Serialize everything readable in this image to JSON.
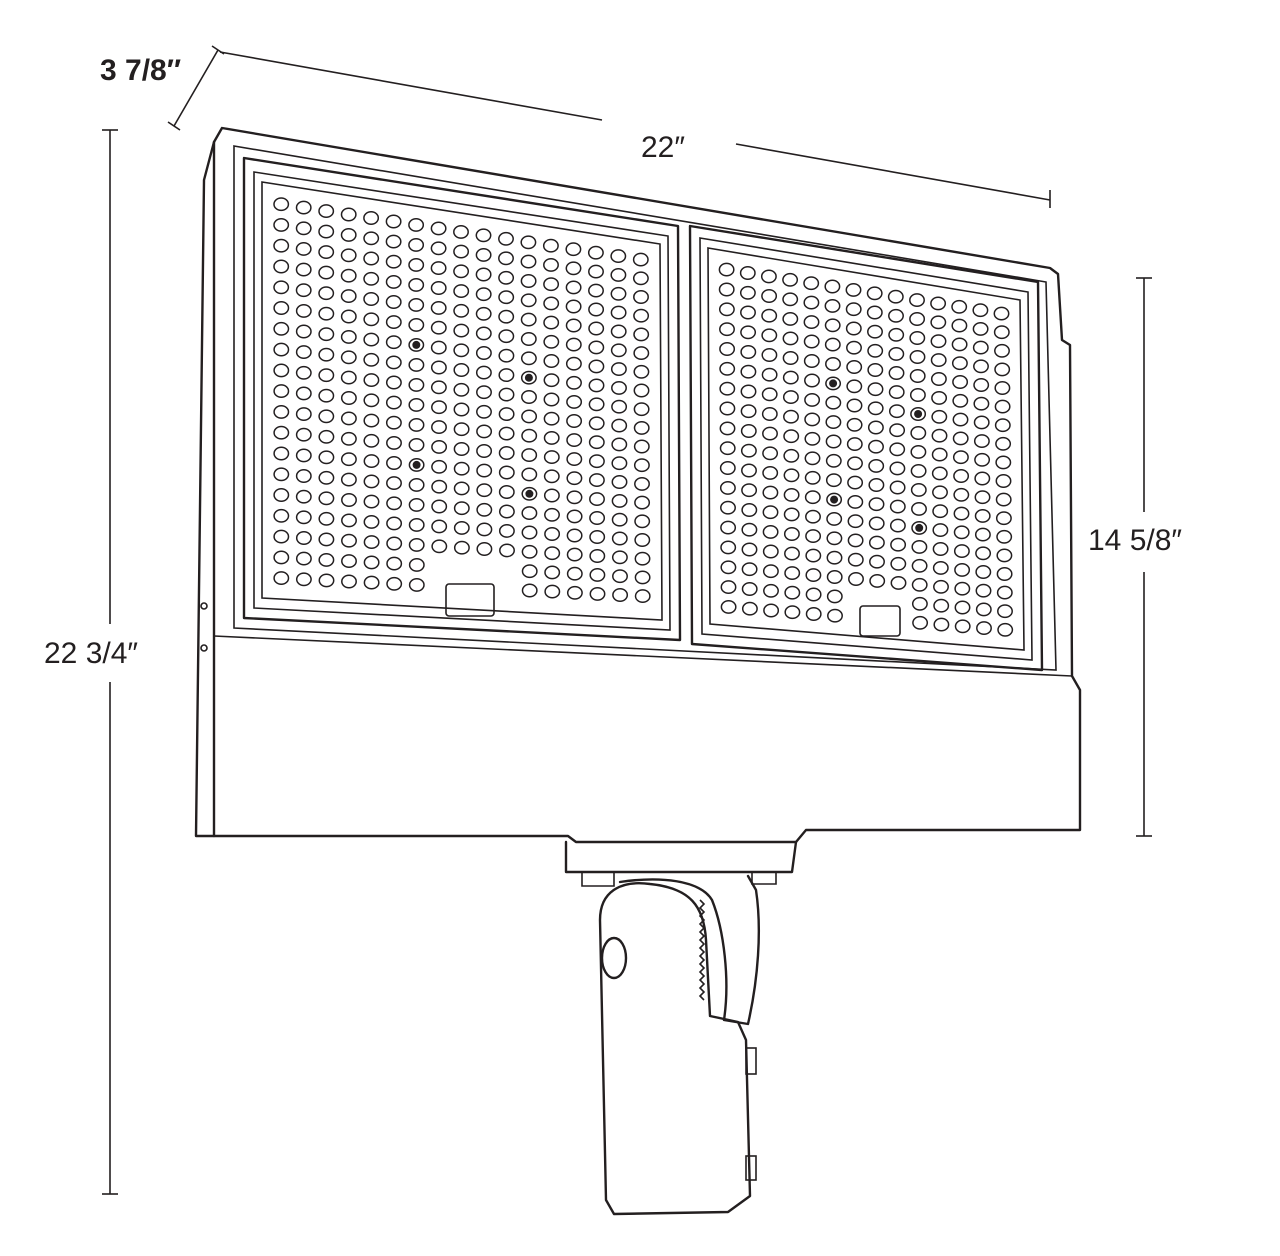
{
  "dimensions": {
    "depth": "3 7/8″",
    "width": "22″",
    "height": "14 5/8″",
    "overall_height": "22 3/4″"
  },
  "colors": {
    "ink": "#231f20",
    "background": "#ffffff"
  }
}
